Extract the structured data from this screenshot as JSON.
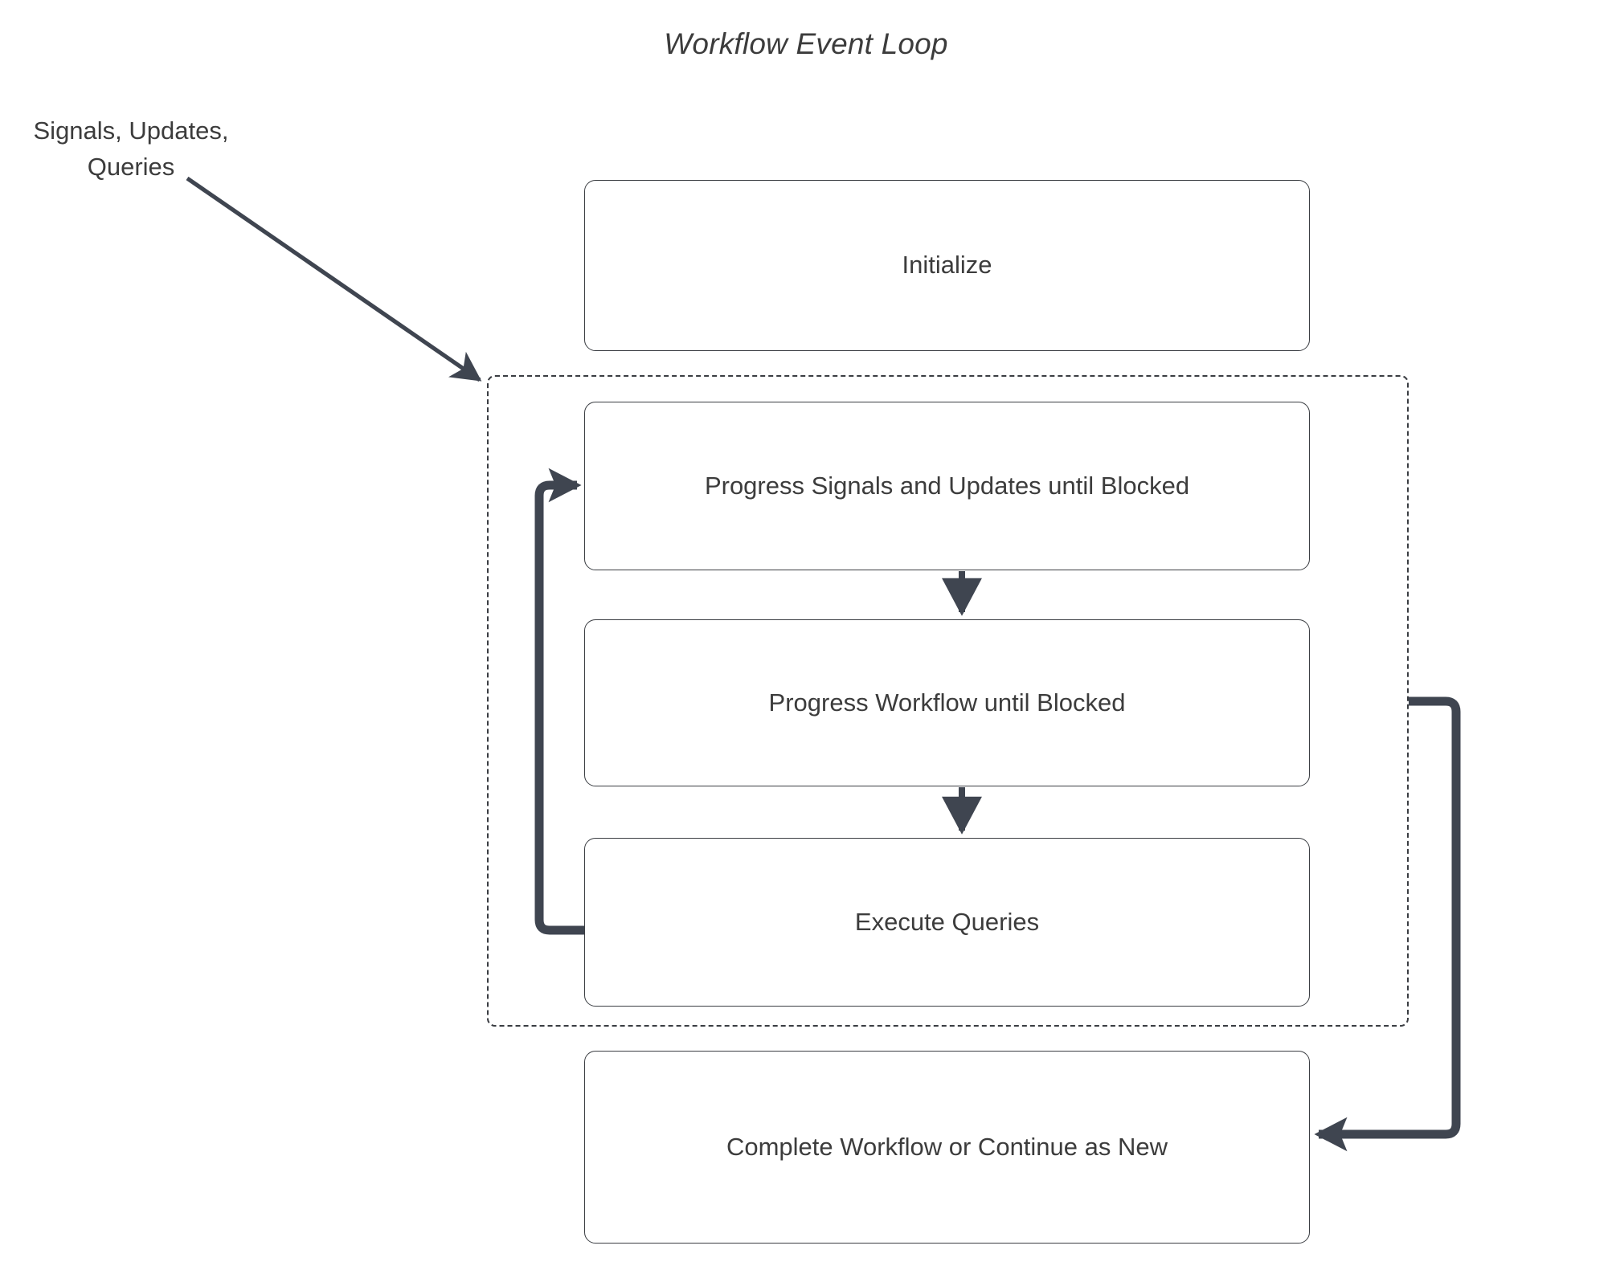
{
  "diagram": {
    "title": "Workflow Event Loop",
    "type": "flowchart",
    "external_input_label": {
      "line1": "Signals, Updates,",
      "line2": "Queries"
    },
    "colors": {
      "node_border": "#3a3d42",
      "node_fill": "#ffffff",
      "text": "#3c3c3c",
      "edge": "#3f4550",
      "container_border": "#3a3d42",
      "background": "#ffffff"
    },
    "nodes": [
      {
        "id": "initialize",
        "label": "Initialize",
        "inside_loop": false
      },
      {
        "id": "progress-signals",
        "label": "Progress Signals and Updates until Blocked",
        "inside_loop": true
      },
      {
        "id": "progress-workflow",
        "label": "Progress Workflow until Blocked",
        "inside_loop": true
      },
      {
        "id": "execute-queries",
        "label": "Execute Queries",
        "inside_loop": true
      },
      {
        "id": "complete",
        "label": "Complete Workflow or Continue as New",
        "inside_loop": false
      }
    ],
    "container": {
      "id": "event-loop-container",
      "style": "dashed",
      "label": ""
    },
    "edges": [
      {
        "id": "edge-signals-in",
        "from": "Signals, Updates, Queries",
        "to": "event-loop-container",
        "style": "solid-arrow"
      },
      {
        "id": "edge-signals-workflow",
        "from": "progress-signals",
        "to": "progress-workflow",
        "style": "solid-arrow"
      },
      {
        "id": "edge-workflow-queries",
        "from": "progress-workflow",
        "to": "execute-queries",
        "style": "solid-arrow"
      },
      {
        "id": "edge-loop-back",
        "from": "execute-queries",
        "to": "progress-signals",
        "style": "thick-arrow"
      },
      {
        "id": "edge-loop-exit",
        "from": "event-loop-container",
        "to": "complete",
        "style": "thick-arrow"
      }
    ]
  }
}
